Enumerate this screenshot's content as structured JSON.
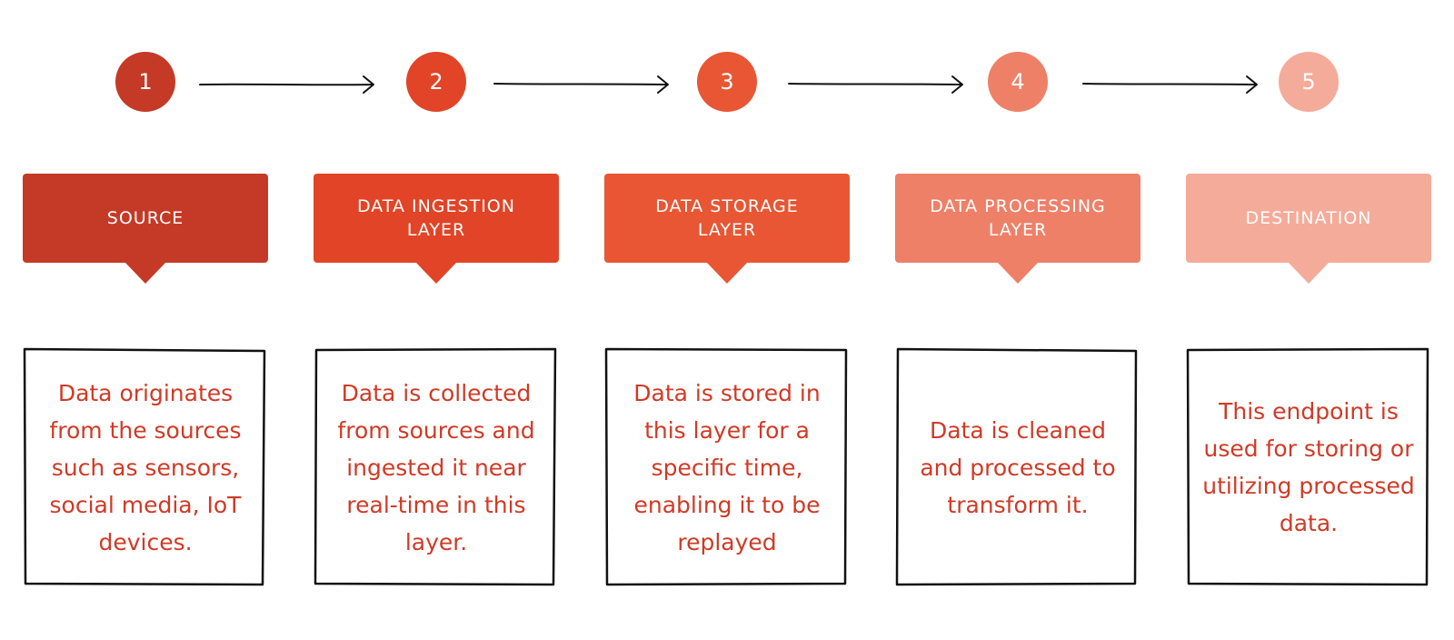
{
  "steps": [
    {
      "number": "1",
      "title": "SOURCE",
      "description": "Data originates from the sources such as sensors, social media, IoT devices.",
      "color": "#c53a26"
    },
    {
      "number": "2",
      "title": "DATA INGESTION LAYER",
      "description": "Data is collected from sources and ingested it near real-time in this layer.",
      "color": "#e14426"
    },
    {
      "number": "3",
      "title": "DATA STORAGE LAYER",
      "description": "Data is stored in this layer for a specific time, enabling it to be replayed",
      "color": "#e85633"
    },
    {
      "number": "4",
      "title": "DATA PROCESSING LAYER",
      "description": "Data is cleaned and processed to transform it.",
      "color": "#ee8068"
    },
    {
      "number": "5",
      "title": "DESTINATION",
      "description": "This endpoint is used for storing or utilizing processed data.",
      "color": "#f5ab99"
    }
  ],
  "colors": {
    "description_text": "#d03a26",
    "arrow": "#111111",
    "box_border": "#111111"
  }
}
